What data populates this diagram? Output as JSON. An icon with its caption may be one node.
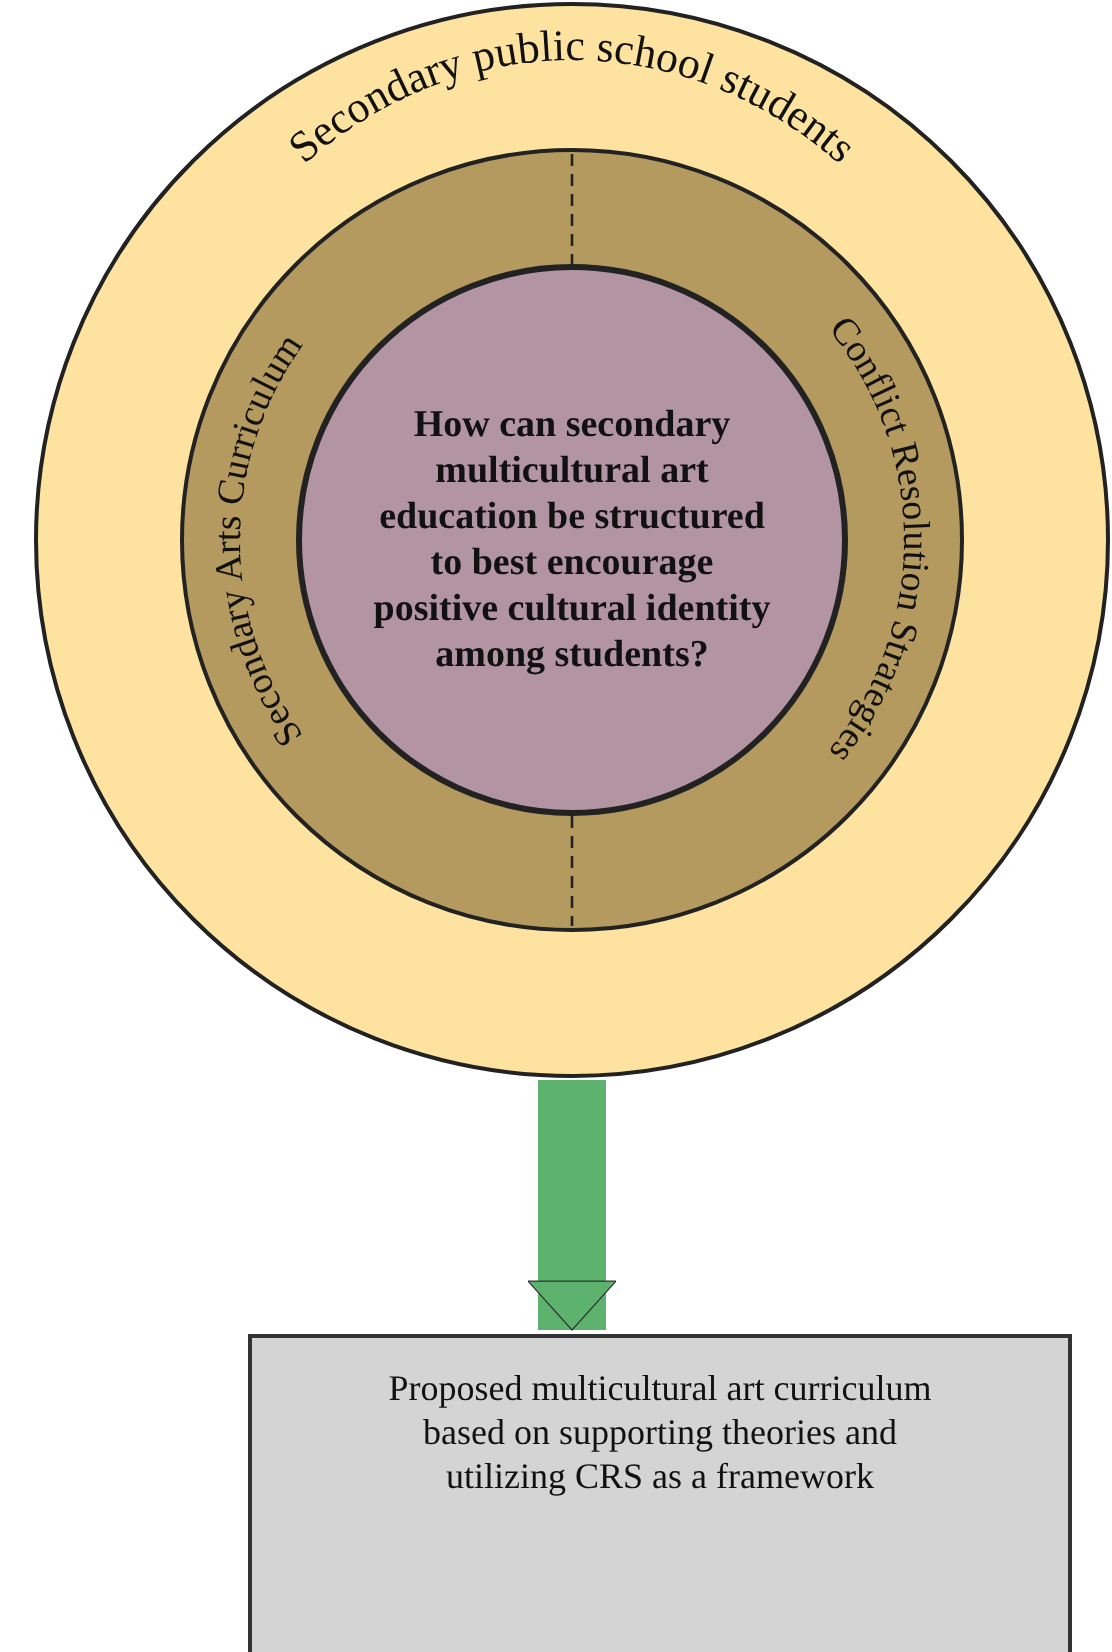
{
  "diagram": {
    "nodes": [
      {
        "text": [
          "Secondary public school students"
        ]
      },
      {
        "text": [
          "Secondary Arts Curriculum"
        ],
        "in": 0
      },
      {
        "text": [
          "Conflict Resolution Strategies"
        ],
        "in": 0
      },
      {
        "text": [
          "How can secondary multicultural art education be structured to best encourage positive cultural identity among students?"
        ],
        "in": 0
      },
      {
        "text": [
          "Proposed multicultural art curriculum based on supporting theories and utilizing CRS as a framework"
        ]
      }
    ],
    "edges": [
      {
        "from": 0,
        "to": 4,
        "arrow": "to"
      }
    ]
  }
}
